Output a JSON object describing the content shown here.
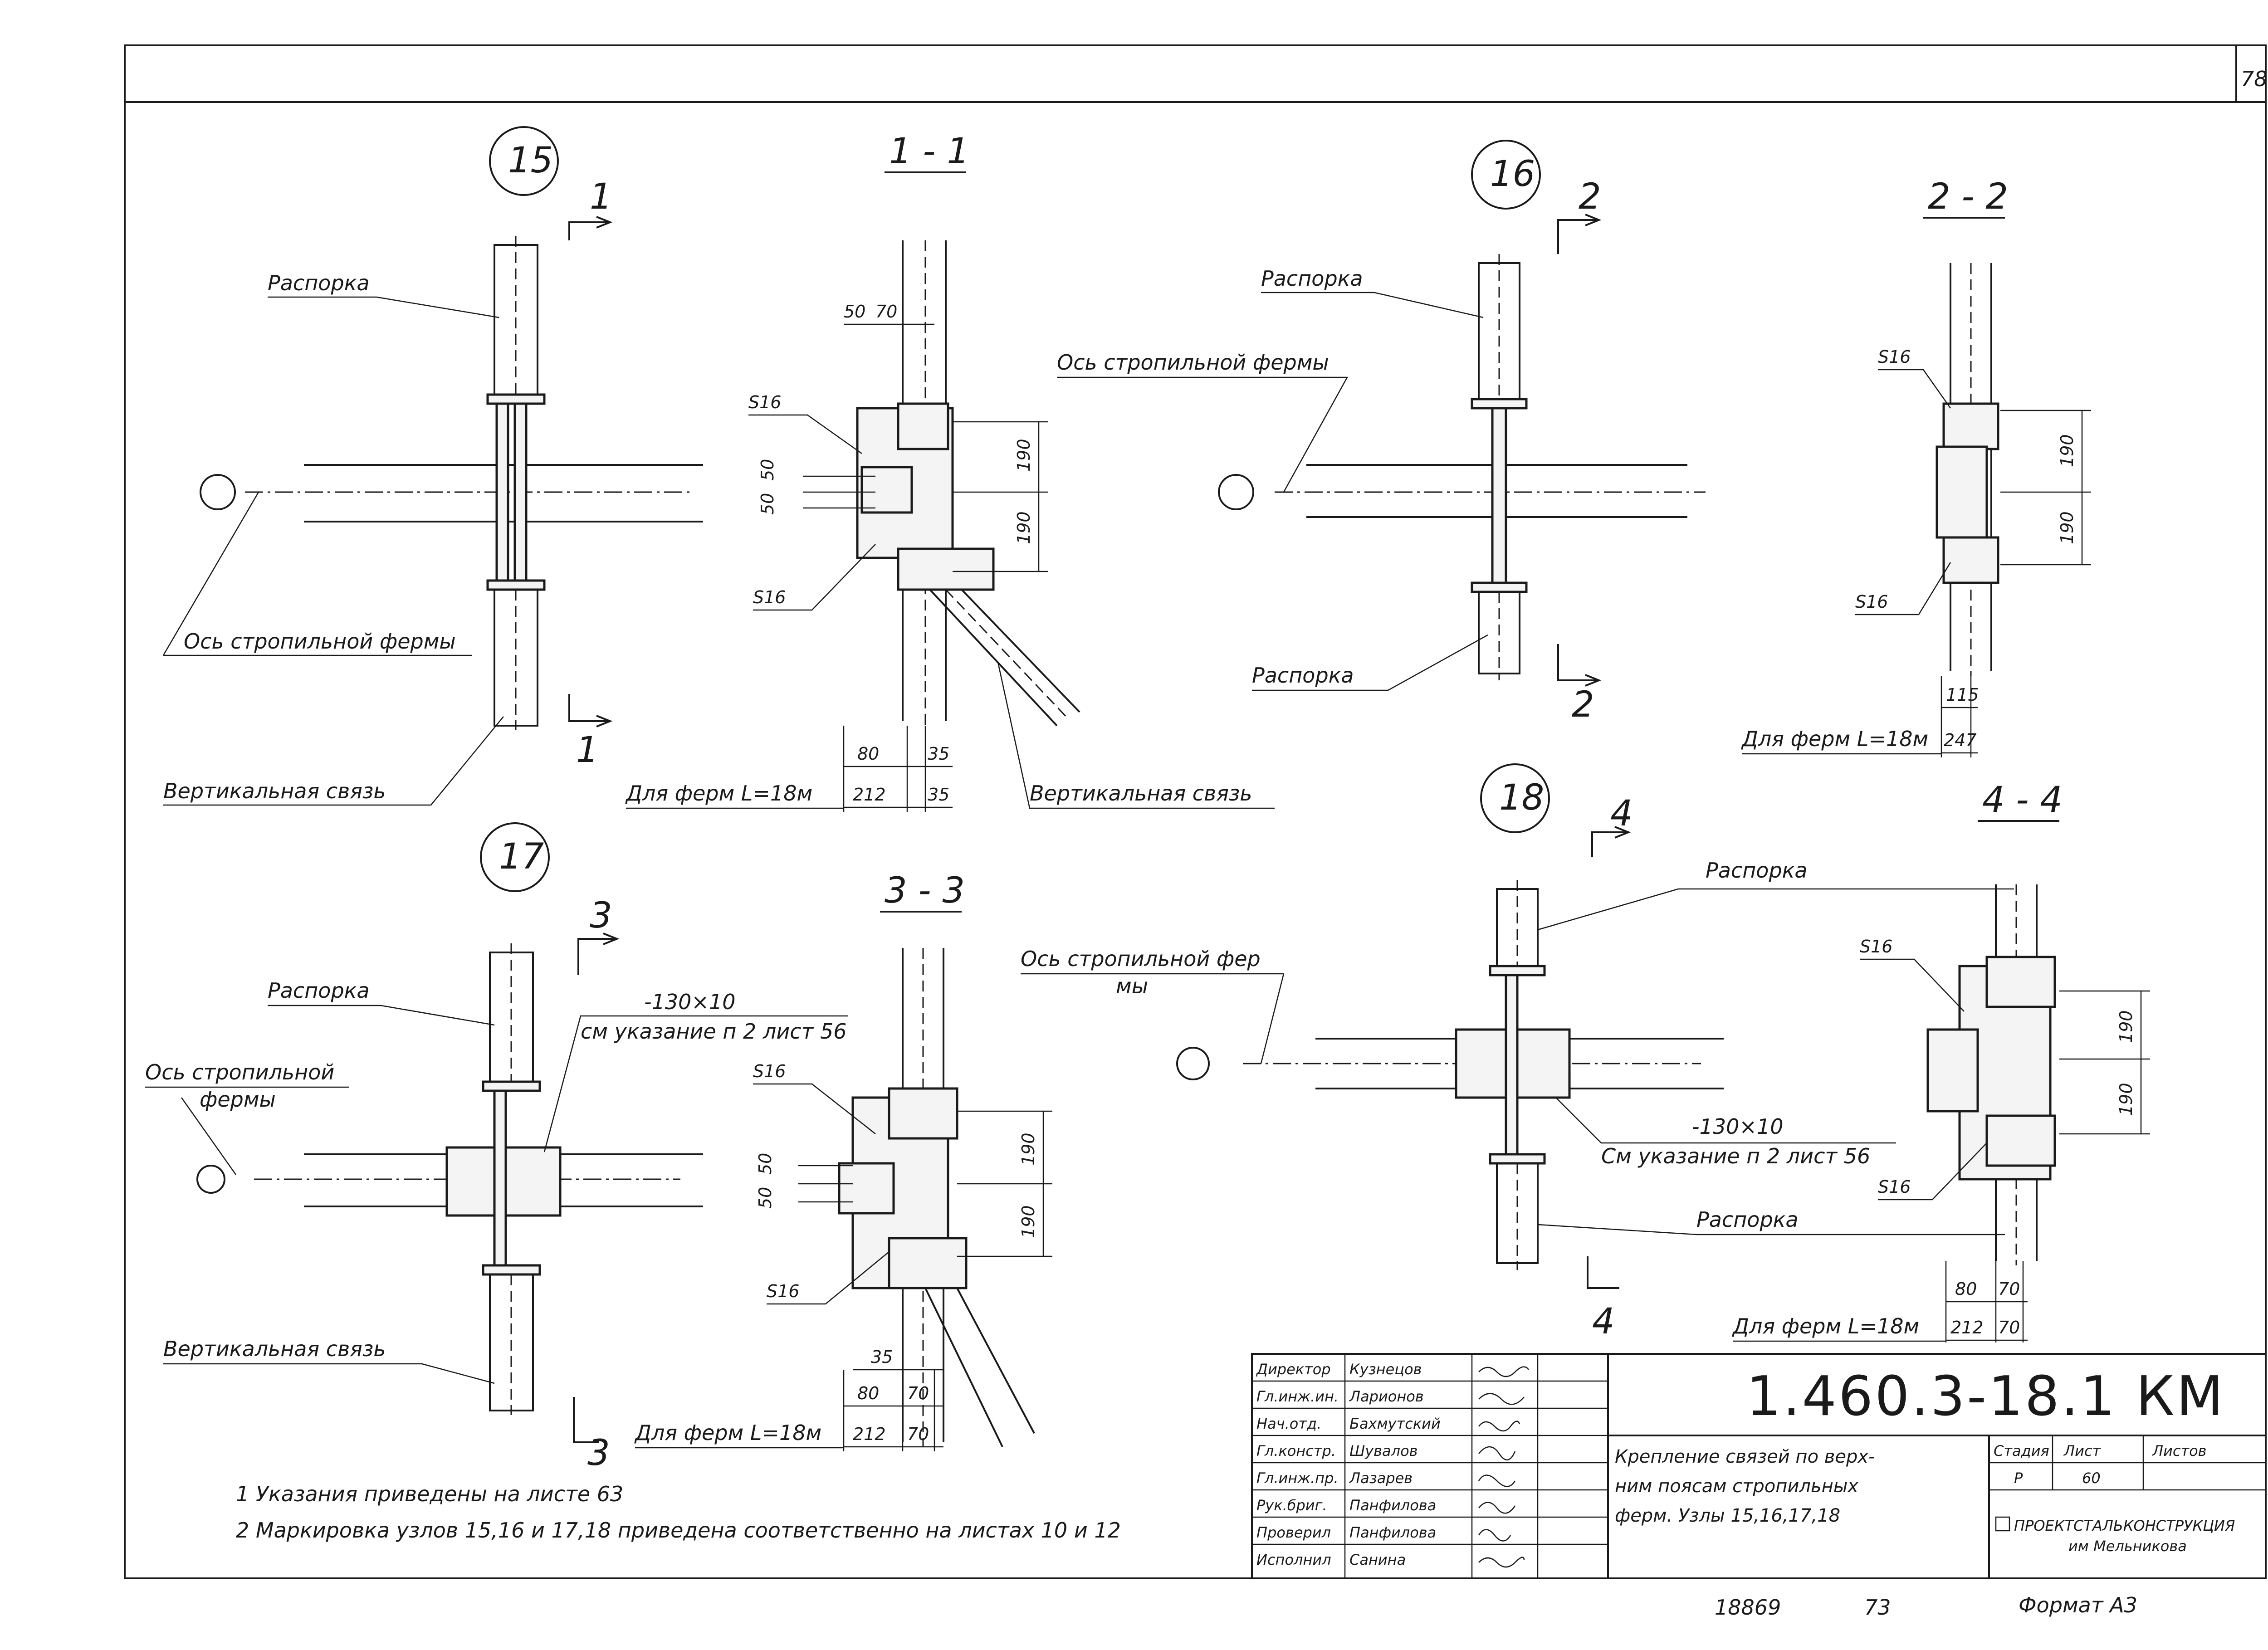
{
  "sheet": {
    "page_corner": "78"
  },
  "nodes": {
    "n15": {
      "num": "15",
      "section_mark": "1",
      "rasporka": "Распорка",
      "axis": "Ось стропильной фермы",
      "vertical": "Вертикальная связь"
    },
    "n16": {
      "num": "16",
      "section_mark": "2",
      "rasporka_top": "Распорка",
      "axis": "Ось стропильной фермы",
      "rasporka_bottom": "Распорка"
    },
    "n17": {
      "num": "17",
      "section_mark": "3",
      "rasporka": "Распорка",
      "axis_1": "Ось стропильной",
      "axis_2": "фермы",
      "plate_spec": "-130×10",
      "plate_note": "см указание п 2 лист 56",
      "vertical": "Вертикальная связь"
    },
    "n18": {
      "num": "18",
      "section_mark": "4",
      "rasporka_top": "Распорка",
      "axis_1": "Ось стропильной фер",
      "axis_2": "мы",
      "plate_spec": "-130×10",
      "plate_note": "См указание п 2 лист 56",
      "rasporka_bottom": "Распорка"
    }
  },
  "sections": {
    "s11": {
      "title": "1 - 1",
      "d1": "50",
      "d2": "70",
      "s16_top": "S16",
      "s16_bot": "S16",
      "d50a": "50",
      "d50b": "50",
      "d190a": "190",
      "d190b": "190",
      "d80": "80",
      "d35a": "35",
      "d212": "212",
      "d35b": "35",
      "note": "Для ферм L=18м",
      "vertical": "Вертикальная связь"
    },
    "s22": {
      "title": "2 - 2",
      "s16_top": "S16",
      "s16_bot": "S16",
      "d190a": "190",
      "d190b": "190",
      "d115": "115",
      "d247": "247",
      "note": "Для ферм L=18м"
    },
    "s33": {
      "title": "3 - 3",
      "s16_top": "S16",
      "s16_bot": "S16",
      "d50a": "50",
      "d50b": "50",
      "d190a": "190",
      "d190b": "190",
      "d35": "35",
      "d80": "80",
      "d70a": "70",
      "d212": "212",
      "d70b": "70",
      "note": "Для ферм L=18м"
    },
    "s44": {
      "title": "4 - 4",
      "s16_top": "S16",
      "s16_bot": "S16",
      "d190a": "190",
      "d190b": "190",
      "d80": "80",
      "d70a": "70",
      "d212": "212",
      "d70b": "70",
      "note": "Для ферм L=18м"
    }
  },
  "notes": [
    "1 Указания приведены на листе 63",
    "2 Маркировка узлов 15,16 и 17,18 приведена соответственно на листах 10 и 12"
  ],
  "title_block": {
    "roles": [
      "Директор",
      "Гл.инж.ин.",
      "Нач.отд.",
      "Гл.констр.",
      "Гл.инж.пр.",
      "Рук.бриг.",
      "Проверил",
      "Исполнил"
    ],
    "names": [
      "Кузнецов",
      "Ларионов",
      "Бахмутский",
      "Шувалов",
      "Лазарев",
      "Панфилова",
      "Панфилова",
      "Санина"
    ],
    "code": "1.460.3-18.1 КМ",
    "title_lines": [
      "Крепление связей по верх-",
      "ним поясам стропильных",
      "ферм. Узлы 15,16,17,18"
    ],
    "stage_label": "Стадия",
    "sheet_label": "Лист",
    "sheets_label": "Листов",
    "stage": "Р",
    "sheet": "60",
    "org_1": "ПРОЕКТСТАЛЬКОНСТРУКЦИЯ",
    "org_2": "им Мельникова"
  },
  "footer": {
    "inv": "18869",
    "num": "73",
    "format": "Формат А3"
  }
}
